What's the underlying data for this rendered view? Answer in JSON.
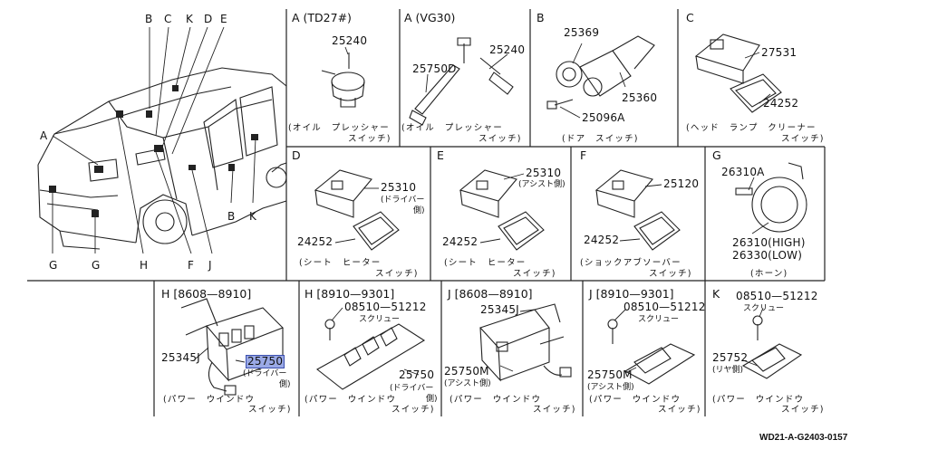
{
  "callouts_top": [
    "B",
    "C",
    "K",
    "D",
    "E"
  ],
  "callouts_side": {
    "a": "A",
    "b": "B",
    "k": "K"
  },
  "callouts_bottom": [
    "G",
    "G",
    "H",
    "F",
    "J"
  ],
  "panels": {
    "a_td27": {
      "header": "A (TD27#)",
      "part": "25240",
      "caption1": "(オイル　プレッシャー",
      "caption2": "スイッチ)"
    },
    "a_vg30": {
      "header": "A (VG30)",
      "part1": "25240",
      "part2": "25750D",
      "caption1": "(オイル　プレッシャー",
      "caption2": "スイッチ)"
    },
    "b": {
      "header": "B",
      "part1": "25369",
      "part2": "25360",
      "part3": "25096A",
      "caption": "(ドア　スイッチ)"
    },
    "c": {
      "header": "C",
      "part1": "27531",
      "part2": "24252",
      "caption1": "(ヘッド　ランプ　クリーナー",
      "caption2": "スイッチ)"
    },
    "d": {
      "header": "D",
      "part1": "25310",
      "sub1": "(ドライバー",
      "sub2": "側)",
      "part2": "24252",
      "caption1": "(シート　ヒーター",
      "caption2": "スイッチ)"
    },
    "e": {
      "header": "E",
      "part1": "25310",
      "sub1": "(アシスト側)",
      "part2": "24252",
      "caption1": "(シート　ヒーター",
      "caption2": "スイッチ)"
    },
    "f": {
      "header": "F",
      "part1": "25120",
      "part2": "24252",
      "caption1": "(ショックアブソーバー",
      "caption2": "スイッチ)"
    },
    "g": {
      "header": "G",
      "part1": "26310A",
      "part2": "26310(HIGH)",
      "part3": "26330(LOW)",
      "caption": "(ホーン)"
    },
    "h1": {
      "header": "H [8608—8910]",
      "part1": "25345J",
      "part2": "25750",
      "sub1": "(ドライバー",
      "sub2": "側)",
      "caption1": "(パワー　ウインドウ",
      "caption2": "スイッチ)"
    },
    "h2": {
      "header": "H [8910—9301]",
      "part1": "08510—51212",
      "sub0": "スクリュー",
      "part2": "25750",
      "sub1": "(ドライバー",
      "sub2": "側)",
      "caption1": "(パワー　ウインドウ",
      "caption2": "スイッチ)"
    },
    "j1": {
      "header": "J [8608—8910]",
      "part1": "25345J",
      "part2": "25750M",
      "sub1": "(アシスト側)",
      "caption1": "(パワー　ウインドウ",
      "caption2": "スイッチ)"
    },
    "j2": {
      "header": "J [8910—9301]",
      "part1": "08510—51212",
      "sub0": "スクリュー",
      "part2": "25750M",
      "sub1": "(アシスト側)",
      "caption1": "(パワー　ウインドウ",
      "caption2": "スイッチ)"
    },
    "k": {
      "header": "K",
      "part1": "08510—51212",
      "sub0": "スクリュー",
      "part2": "25752",
      "sub1": "(リヤ側)",
      "caption1": "(パワー　ウインドウ",
      "caption2": "スイッチ)"
    }
  },
  "footer_code": "WD21-A-G2403-0157",
  "colors": {
    "line": "#222222",
    "highlight": "#9aa9e6",
    "highlight_border": "#3b4fae"
  }
}
